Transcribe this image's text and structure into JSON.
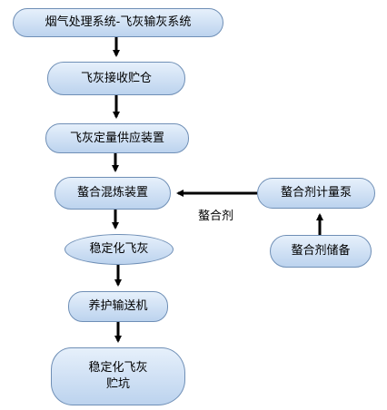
{
  "nodes": {
    "flue_gas_system": "烟气处理系统-飞灰输灰系统",
    "fly_ash_silo": "飞灰接收贮仓",
    "fly_ash_feeder": "飞灰定量供应装置",
    "chelating_mixer": "螯合混炼装置",
    "stabilized_ash": "稳定化飞灰",
    "curing_conveyor": "养护输送机",
    "stabilized_pit_line1": "稳定化飞灰",
    "stabilized_pit_line2": "贮坑",
    "chelating_pump": "螯合剂计量泵",
    "chelating_storage": "螯合剂储备"
  },
  "edge_labels": {
    "chelating_agent": "螯合剂"
  },
  "colors": {
    "node_border": "#6f8fb6",
    "node_fill_top": "#e6f0fb",
    "node_fill_bottom": "#bcd3ee",
    "arrow": "#000000"
  }
}
